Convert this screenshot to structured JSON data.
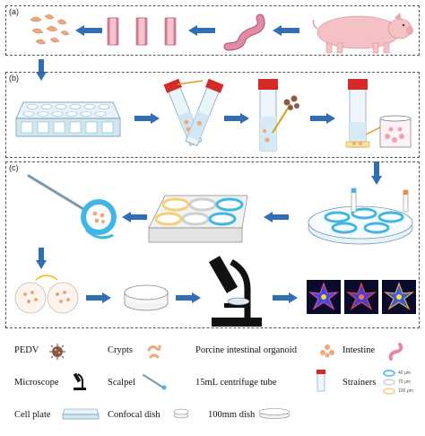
{
  "panels": {
    "a": "(a)",
    "b": "(b)",
    "c": "(c)"
  },
  "legend": {
    "pedv": "PEDV",
    "crypts": "Crypts",
    "organoid": "Porcine intestinal organoid",
    "intestine": "Intestine",
    "microscope": "Microscope",
    "scalpel": "Scalpel",
    "tube": "15mL centrifuge tube",
    "strainers": "Strainers",
    "cell_plate": "Cell plate",
    "confocal": "Confocal dish",
    "dish100": "100mm dish",
    "strainer_sizes": [
      "40 μm",
      "70 μm",
      "100 μm"
    ]
  },
  "colors": {
    "arrow": "#2e6fb7",
    "crypt": "#f0a77c",
    "pig": "#f4c2c5",
    "intestine": "#e28aa3",
    "cyan": "#3fb6e6",
    "tube_cap": "#d42a2a",
    "border": "#555555"
  }
}
